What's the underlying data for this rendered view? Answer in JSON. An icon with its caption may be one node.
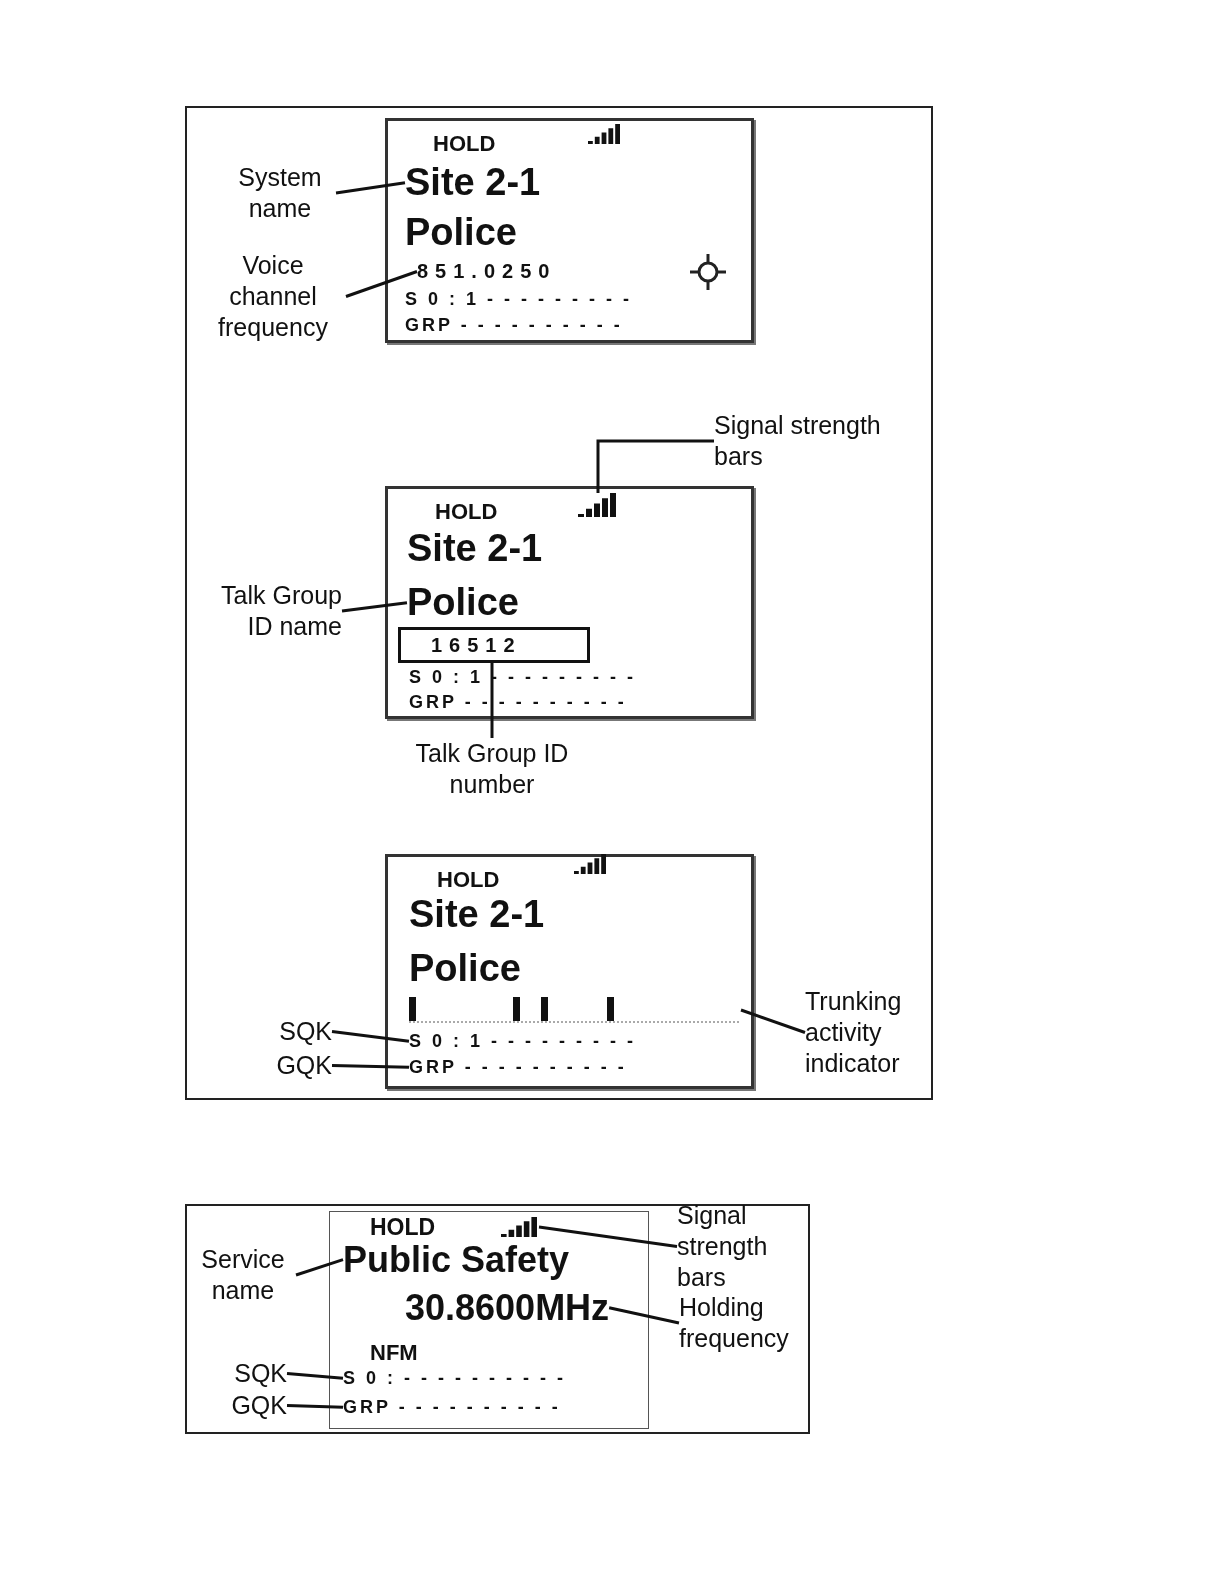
{
  "diagram": {
    "nodes": [
      {
        "text": [],
        "shape": "box"
      },
      {
        "text": [],
        "shape": "box",
        "in": 0
      },
      {
        "text": [
          "HOLD"
        ],
        "in": 1
      },
      {
        "text": [
          "System name"
        ],
        "in": 0
      },
      {
        "text": [
          "Site 2-1"
        ],
        "in": 1
      },
      {
        "text": [
          "Police"
        ],
        "in": 1
      },
      {
        "text": [
          "Voice channel frequency"
        ],
        "in": 0
      },
      {
        "text": [
          "851.0250"
        ],
        "in": 1
      },
      {
        "text": [
          "S 0 : 1 - - - - - - - - -"
        ],
        "in": 1
      },
      {
        "text": [
          "GRP - - - - - - - - - -"
        ],
        "in": 1
      },
      {
        "text": [
          "Signal strength bars"
        ],
        "in": 0
      },
      {
        "text": [],
        "shape": "box",
        "in": 0
      },
      {
        "text": [
          "HOLD"
        ],
        "in": 11
      },
      {
        "text": [],
        "shape": "bar",
        "in": 11
      },
      {
        "text": [
          "Site 2-1"
        ],
        "in": 11
      },
      {
        "text": [
          "Talk Group ID name"
        ],
        "in": 0
      },
      {
        "text": [
          "Police"
        ],
        "in": 11
      },
      {
        "text": [
          "16512"
        ],
        "in": 11
      },
      {
        "text": [
          "S 0 : 1 - - - - - - - - -"
        ],
        "in": 11
      },
      {
        "text": [
          "GRP - - - - - - - - - -"
        ],
        "in": 11
      },
      {
        "text": [
          "Talk Group ID number"
        ],
        "in": 0
      },
      {
        "text": [],
        "shape": "box",
        "in": 0
      },
      {
        "text": [
          "HOLD"
        ],
        "in": 21
      },
      {
        "text": [
          "Site 2-1"
        ],
        "in": 21
      },
      {
        "text": [
          "Police"
        ],
        "in": 21
      },
      {
        "text": [],
        "shape": "bar",
        "in": 21
      },
      {
        "text": [
          "Trunking activity indicator"
        ],
        "in": 0
      },
      {
        "text": [
          "SQK"
        ],
        "in": 0
      },
      {
        "text": [
          "S 0 : 1 - - - - - - - - -"
        ],
        "in": 21
      },
      {
        "text": [
          "GQK"
        ],
        "in": 0
      },
      {
        "text": [
          "GRP - - - - - - - - - -"
        ],
        "in": 21
      },
      {
        "text": [],
        "shape": "box"
      },
      {
        "text": [],
        "shape": "box",
        "in": 31
      },
      {
        "text": [
          "HOLD"
        ],
        "in": 32
      },
      {
        "text": [],
        "shape": "bar",
        "in": 32
      },
      {
        "text": [
          "Signal strength bars"
        ],
        "in": 31
      },
      {
        "text": [
          "Service name"
        ],
        "in": 31
      },
      {
        "text": [
          "Public Safety"
        ],
        "in": 32
      },
      {
        "text": [
          "30.8600MHz"
        ],
        "in": 32
      },
      {
        "text": [
          "Holding frequency"
        ],
        "in": 31
      },
      {
        "text": [
          "NFM"
        ],
        "in": 32
      },
      {
        "text": [
          "SQK"
        ],
        "in": 31
      },
      {
        "text": [
          "S 0 : - - - - - - - - - -"
        ],
        "in": 32
      },
      {
        "text": [
          "GQK"
        ],
        "in": 31
      },
      {
        "text": [
          "GRP - - - - - - - - - -"
        ],
        "in": 32
      }
    ],
    "edges": [
      {
        "from": 3,
        "to": 4,
        "arrow": "none"
      },
      {
        "from": 6,
        "to": 7,
        "arrow": "none"
      },
      {
        "from": 10,
        "to": 13,
        "arrow": "none"
      },
      {
        "from": 15,
        "to": 16,
        "arrow": "none"
      },
      {
        "from": 20,
        "to": 17,
        "arrow": "none"
      },
      {
        "from": 26,
        "to": 25,
        "arrow": "none"
      },
      {
        "from": 27,
        "to": 28,
        "arrow": "none"
      },
      {
        "from": 29,
        "to": 30,
        "arrow": "none"
      },
      {
        "from": 35,
        "to": 34,
        "arrow": "none"
      },
      {
        "from": 36,
        "to": 37,
        "arrow": "none"
      },
      {
        "from": 39,
        "to": 38,
        "arrow": "none"
      },
      {
        "from": 41,
        "to": 42,
        "arrow": "none"
      },
      {
        "from": 43,
        "to": 44,
        "arrow": "none"
      }
    ]
  }
}
